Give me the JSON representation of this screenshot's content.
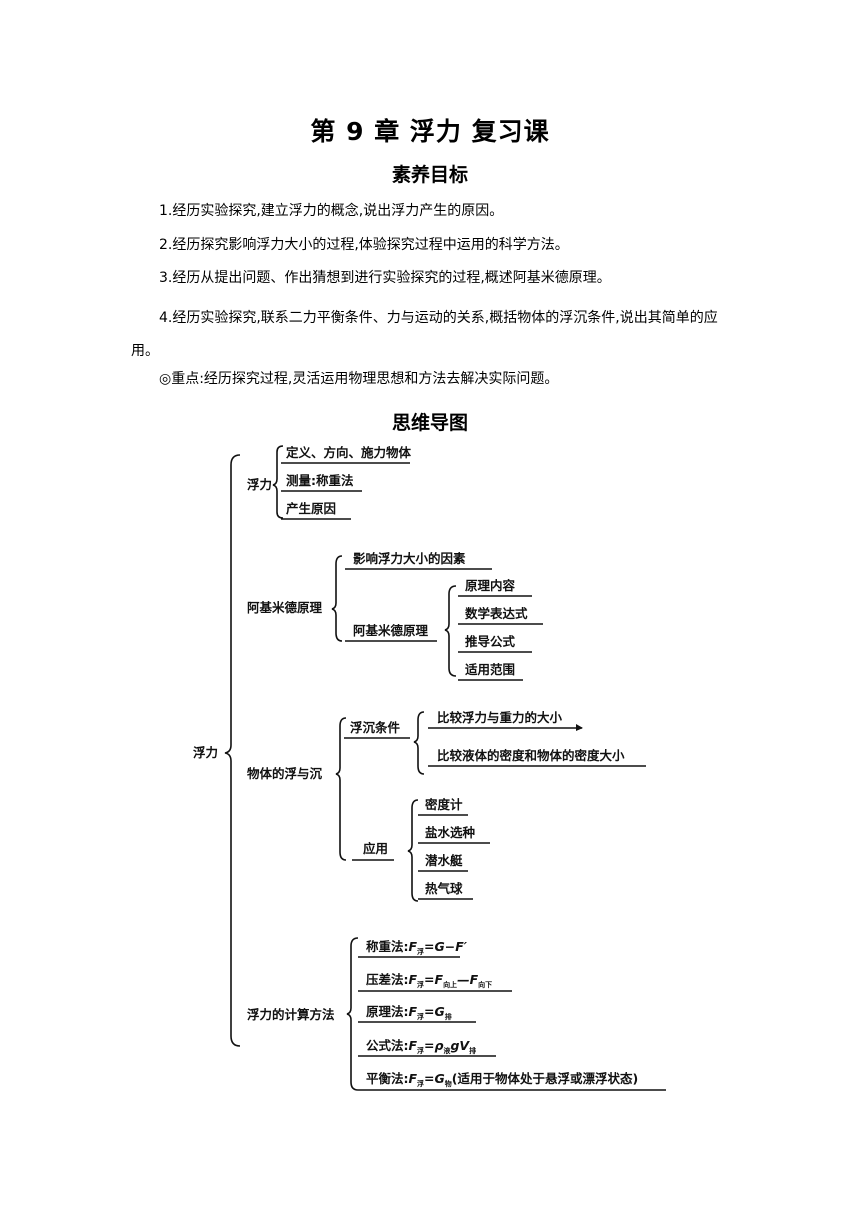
{
  "title": "第 9 章  浮力  复习课",
  "objectives": {
    "heading": "素养目标",
    "items": [
      "1.经历实验探究,建立浮力的概念,说出浮力产生的原因。",
      "2.经历探究影响浮力大小的过程,体验探究过程中运用的科学方法。",
      "3.经历从提出问题、作出猜想到进行实验探究的过程,概述阿基米德原理。",
      "4.经历实验探究,联系二力平衡条件、力与运动的关系,概括物体的浮沉条件,说出其简单的应用。"
    ],
    "key_point": "◎重点:经历探究过程,灵活运用物理思想和方法去解决实际问题。"
  },
  "mindmap": {
    "heading": "思维导图",
    "root": "浮力",
    "branch1": {
      "label": "浮力",
      "items": [
        "定义、方向、施力物体",
        "测量:称重法",
        "产生原因"
      ]
    },
    "branch2": {
      "label": "阿基米德原理",
      "factor": "影响浮力大小的因素",
      "sub_label": "阿基米德原理",
      "sub_items": [
        "原理内容",
        "数学表达式",
        "推导公式",
        "适用范围"
      ]
    },
    "branch3": {
      "label": "物体的浮与沉",
      "cond_label": "浮沉条件",
      "cond_items": [
        "比较浮力与重力的大小",
        "比较液体的密度和物体的密度大小"
      ],
      "app_label": "应用",
      "app_items": [
        "密度计",
        "盐水选种",
        "潜水艇",
        "热气球"
      ]
    },
    "branch4": {
      "label": "浮力的计算方法",
      "f1": {
        "name": "称重法:",
        "F": "F",
        "sub": "浮",
        "eq": "=G−F′"
      },
      "f2": {
        "name": "压差法:",
        "F": "F",
        "sub": "浮",
        "eq": "=F",
        "sub2": "向上",
        "mid": "—F",
        "sub3": "向下"
      },
      "f3": {
        "name": "原理法:",
        "F": "F",
        "sub": "浮",
        "eq": "=G",
        "sub2": "排"
      },
      "f4": {
        "name": "公式法:",
        "F": "F",
        "sub": "浮",
        "eq": "=ρ",
        "sub2": "液",
        "mid": "gV",
        "sub3": "排"
      },
      "f5": {
        "name": "平衡法:",
        "F": "F",
        "sub": "浮",
        "eq": "=G",
        "sub2": "物",
        "note": "(适用于物体处于悬浮或漂浮状态)"
      }
    }
  }
}
